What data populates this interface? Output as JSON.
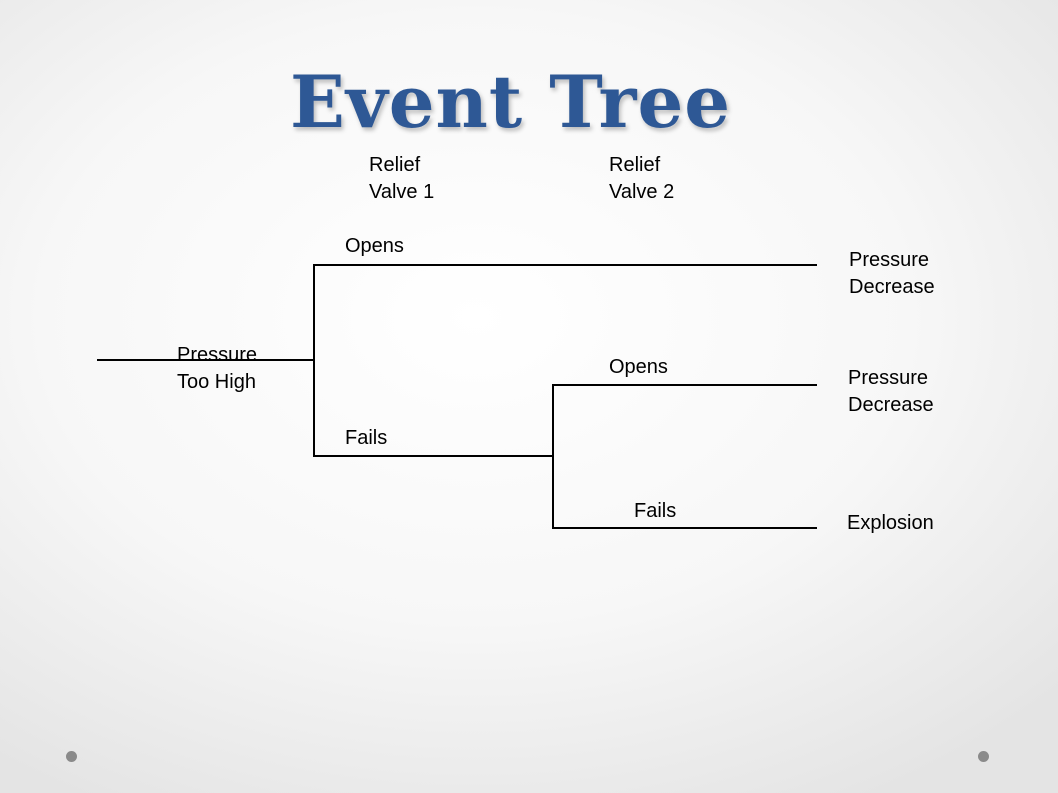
{
  "title": "Event Tree",
  "headers": {
    "col1_line1": "Relief",
    "col1_line2": "Valve 1",
    "col2_line1": "Relief",
    "col2_line2": "Valve 2"
  },
  "initiating_event": {
    "line1": "Pressure",
    "line2": "Too High"
  },
  "valve1": {
    "opens": "Opens",
    "fails": "Fails"
  },
  "valve2": {
    "opens": "Opens",
    "fails": "Fails"
  },
  "outcomes": {
    "outcome1_line1": "Pressure",
    "outcome1_line2": "Decrease",
    "outcome2_line1": "Pressure",
    "outcome2_line2": "Decrease",
    "outcome3": "Explosion"
  },
  "colors": {
    "title": "#2e5895",
    "lines": "#000000",
    "dots": "#8a8a8a"
  }
}
